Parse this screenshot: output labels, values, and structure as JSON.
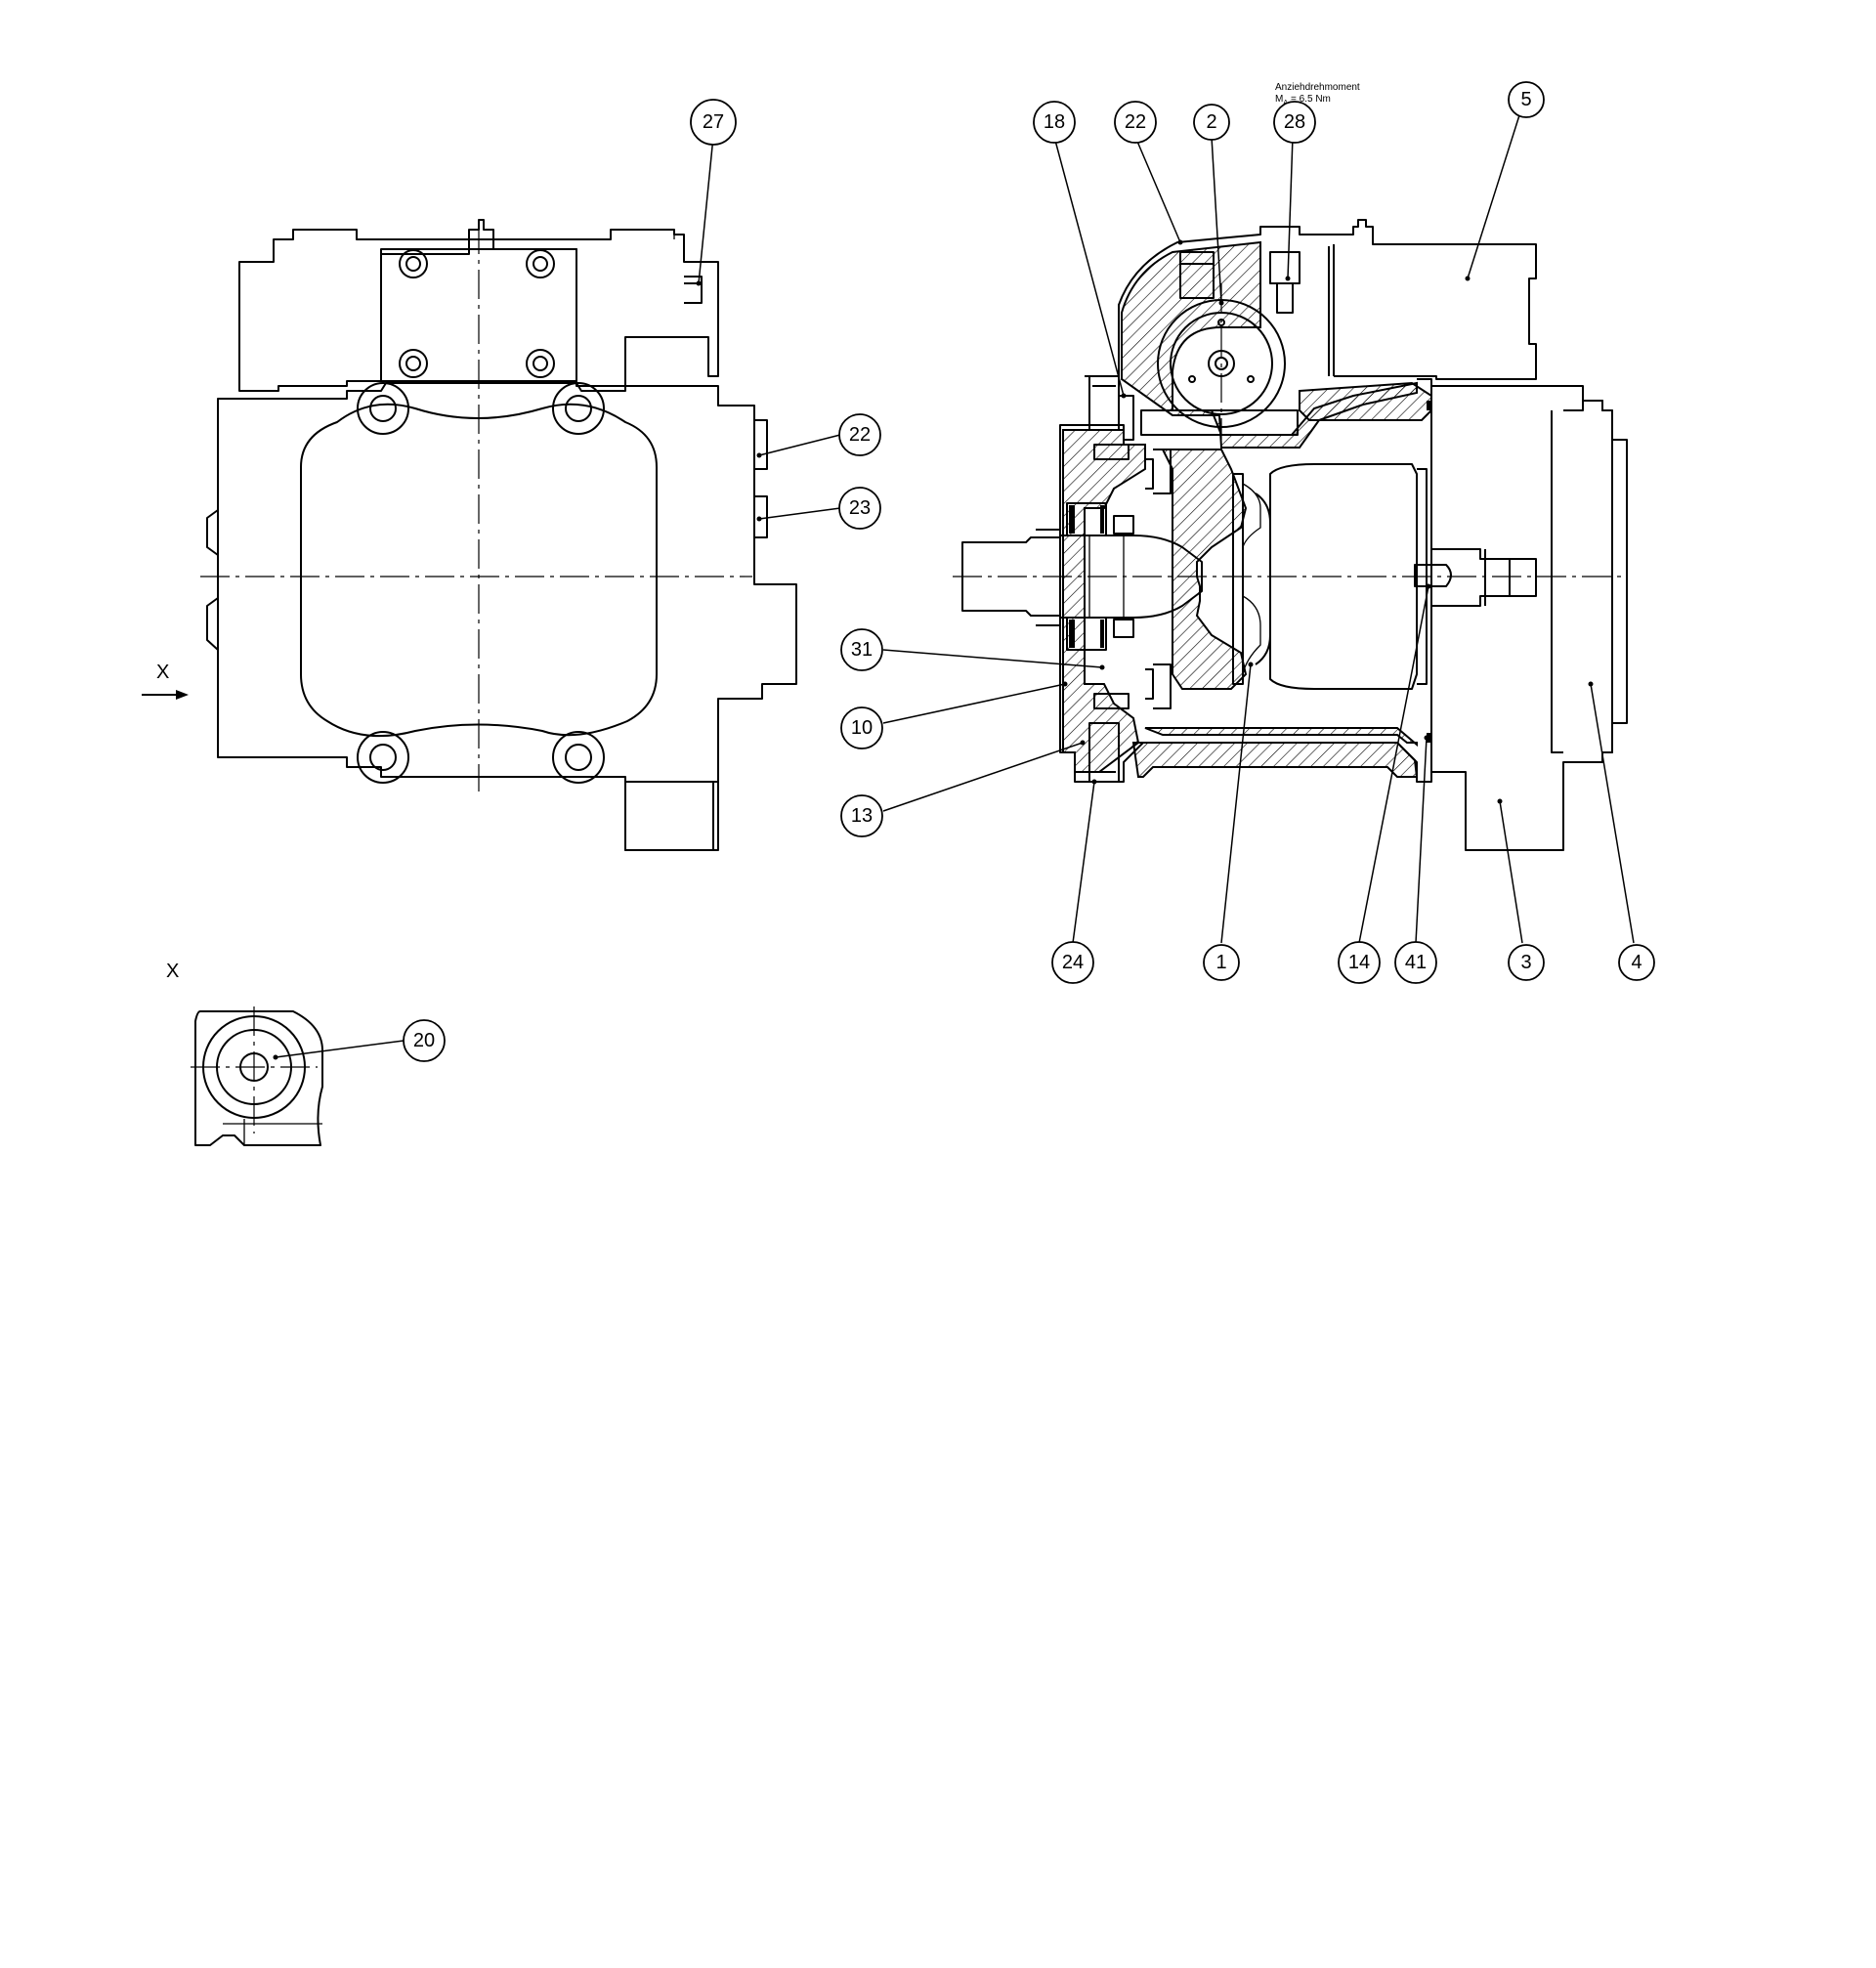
{
  "note": {
    "line1": "Anziehdrehmoment",
    "line2": "M",
    "line2_sub": "A",
    "line2_value": "= 6.5 Nm"
  },
  "view_labels": {
    "arrow_x": "X",
    "detail_x": "X"
  },
  "item_numbers": [
    "27",
    "22",
    "23",
    "31",
    "10",
    "13",
    "18",
    "22",
    "2",
    "28",
    "5",
    "24",
    "1",
    "14",
    "41",
    "3",
    "4",
    "20"
  ]
}
